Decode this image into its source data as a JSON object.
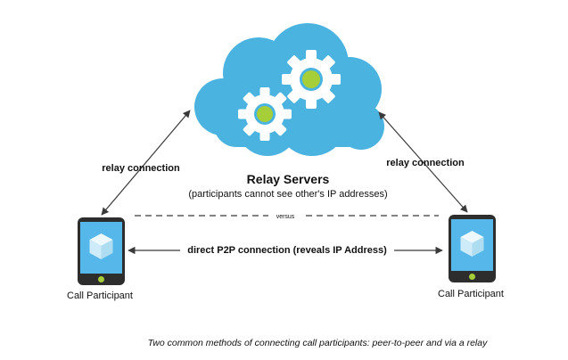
{
  "cloud": {
    "title": "Relay Servers",
    "subtitle": "(participants cannot see other's IP addresses)"
  },
  "connections": {
    "relay_left": "relay connection",
    "relay_right": "relay connection",
    "versus": "versus",
    "p2p": "direct P2P connection (reveals IP Address)"
  },
  "participants": {
    "left_label": "Call Participant",
    "right_label": "Call Participant"
  },
  "caption": "Two common methods of connecting call participants: peer-to-peer and via a relay",
  "colors": {
    "cloud": "#4ab3df",
    "gear": "#ffffff",
    "gear_center": "#a6ce39",
    "phone_body": "#2d2d2d",
    "phone_screen": "#56b8ea",
    "cube": "#dff3fc",
    "home_button": "#a6ce39",
    "arrow": "#3a3a3a"
  }
}
